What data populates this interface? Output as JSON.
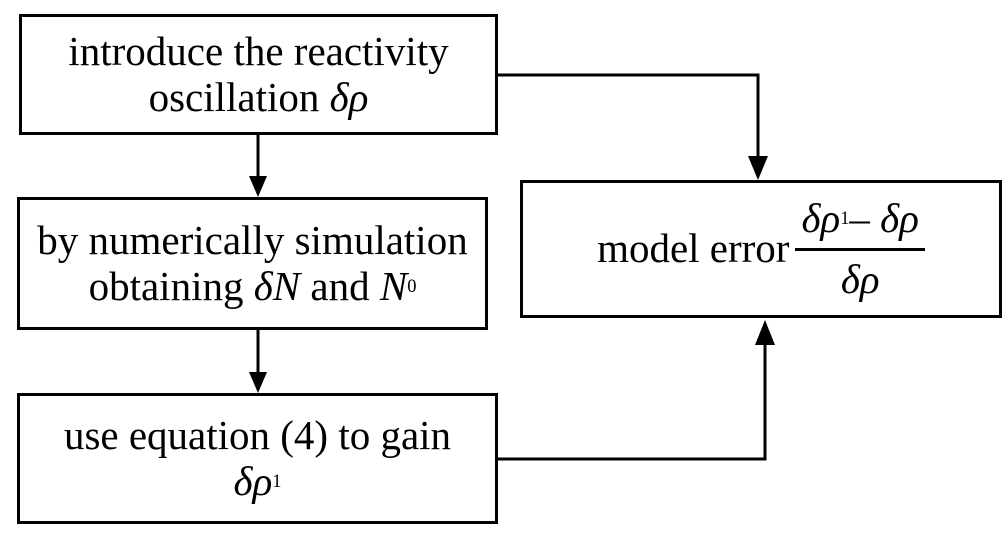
{
  "flowchart": {
    "box1": {
      "line1": "introduce the reactivity",
      "line2_text": "oscillation",
      "line2_symbol": "δρ"
    },
    "box2": {
      "line1": "by numerically simulation",
      "line2_text": "obtaining",
      "symbol_delta_n": "δN",
      "and_text": "and",
      "symbol_n": "N",
      "symbol_n_sub": "0"
    },
    "box3": {
      "line1": "use equation (4) to gain",
      "symbol": "δρ",
      "symbol_sub": "1"
    },
    "box4": {
      "label": "model error",
      "numerator_a": "δρ",
      "numerator_a_sub": "1",
      "numerator_op": "–",
      "numerator_b": "δρ",
      "denominator": "δρ"
    }
  }
}
